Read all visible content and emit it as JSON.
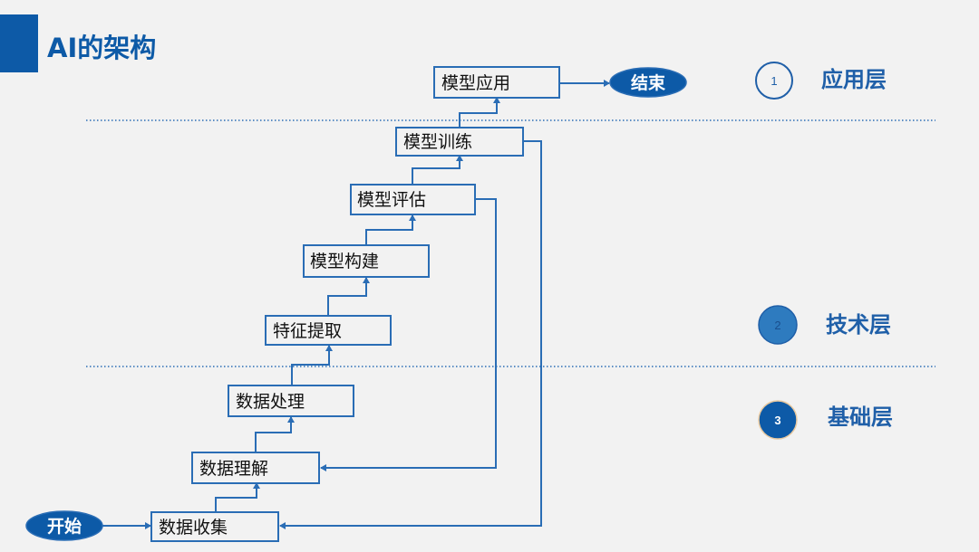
{
  "title": "AI的架构",
  "colors": {
    "brand": "#0d5aa7",
    "line": "#2a6db5",
    "layer_text": "#1f5fa8",
    "background": "#f2f2f2"
  },
  "terminals": {
    "start": "开始",
    "end": "结束"
  },
  "steps": {
    "collect": "数据收集",
    "understand": "数据理解",
    "process": "数据处理",
    "feature": "特征提取",
    "build": "模型构建",
    "evaluate": "模型评估",
    "train": "模型训练",
    "apply": "模型应用"
  },
  "layers": [
    {
      "number": "1",
      "label": "应用层"
    },
    {
      "number": "2",
      "label": "技术层"
    },
    {
      "number": "3",
      "label": "基础层"
    }
  ]
}
